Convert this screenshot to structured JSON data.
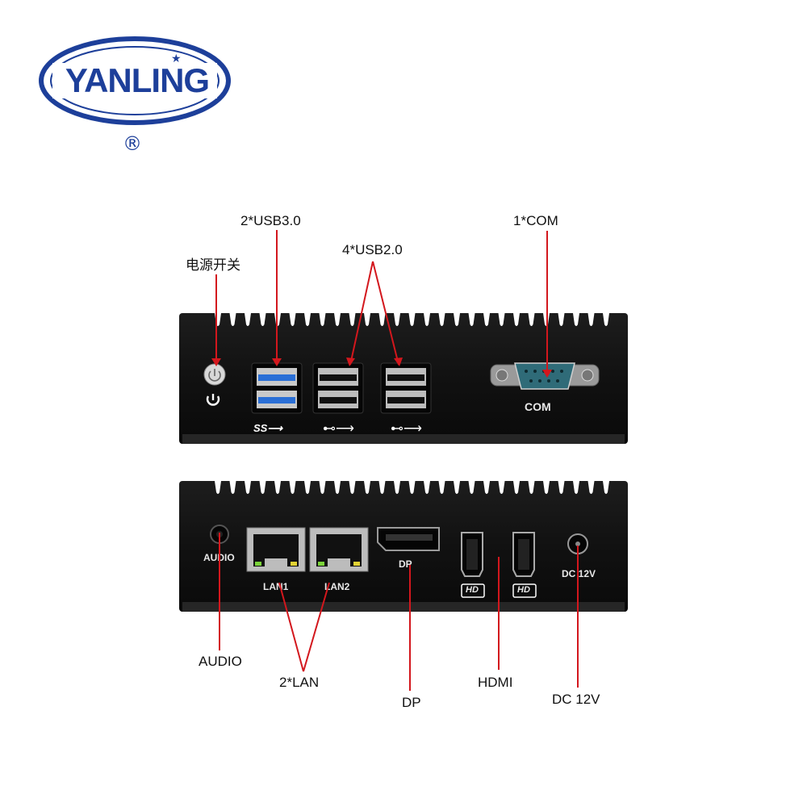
{
  "logo": {
    "text": "YANLING",
    "registered": "®",
    "colors": {
      "primary": "#1d3f9a"
    }
  },
  "callouts": {
    "power_switch": "电源开关",
    "usb3": "2*USB3.0",
    "usb2": "4*USB2.0",
    "com": "1*COM",
    "audio": "AUDIO",
    "lan": "2*LAN",
    "dp": "DP",
    "hdmi": "HDMI",
    "dc": "DC 12V"
  },
  "front_panel": {
    "com_label": "COM"
  },
  "rear_panel": {
    "audio_label": "AUDIO",
    "lan1_label": "LAN1",
    "lan2_label": "LAN2",
    "dp_label": "DP",
    "dc_label": "DC 12V",
    "hd_badge": "HD"
  },
  "colors": {
    "chassis": "#141414",
    "leader_line": "#d3171d",
    "usb3_blue": "#2a6fd6"
  }
}
